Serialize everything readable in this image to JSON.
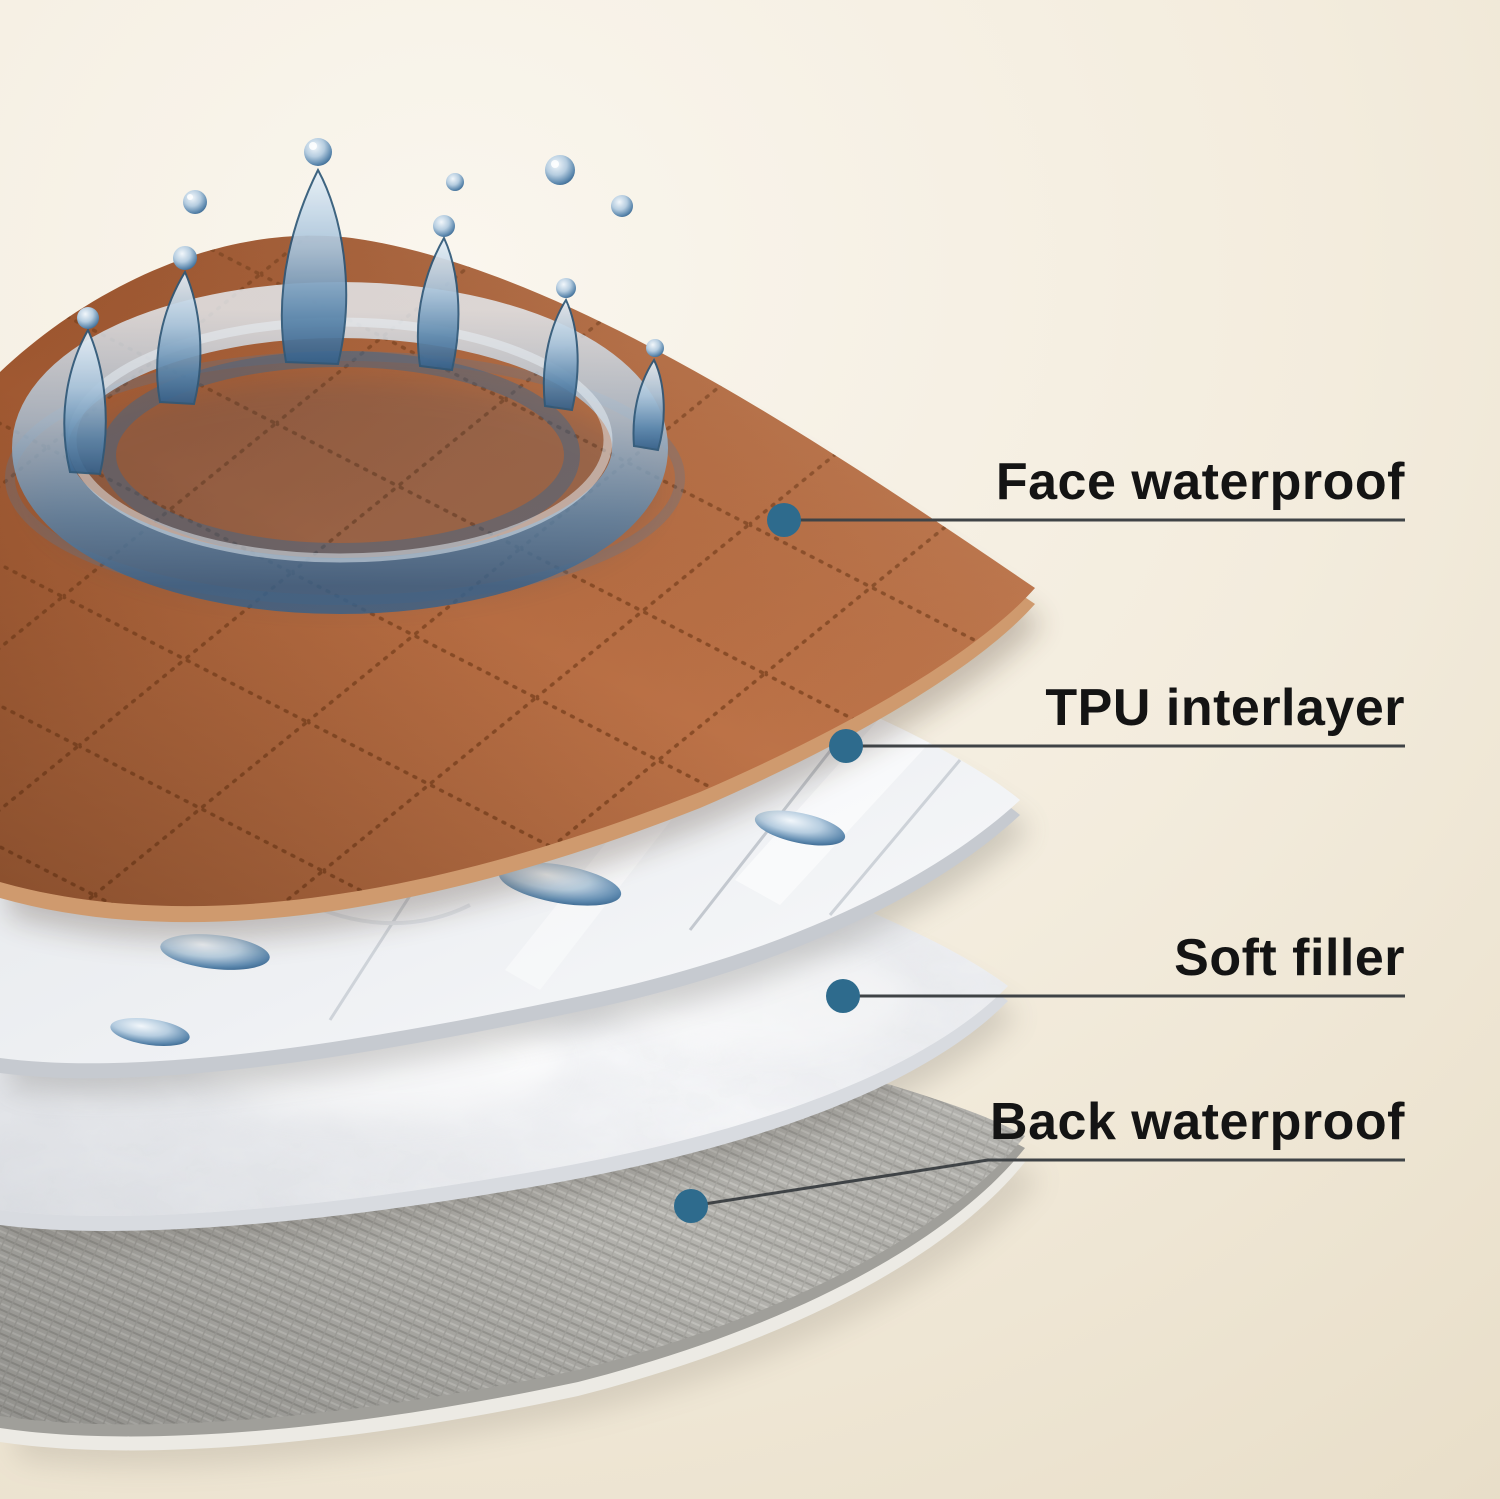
{
  "diagram": {
    "type": "layered-material-exploded-view",
    "callouts": [
      {
        "label": "Face waterproof"
      },
      {
        "label": "TPU interlayer"
      },
      {
        "label": "Soft filler"
      },
      {
        "label": "Back waterproof"
      }
    ],
    "colors": {
      "background_center": "#faf6ee",
      "background_mid": "#f3ecdd",
      "background_edge": "#e6dbc4",
      "face_layer": "#b2693f",
      "tpu_layer": "#eef0f3",
      "filler_layer": "#f6f7f9",
      "back_layer": "#b4b3ae",
      "water": "#5b87ad",
      "callout_dot": "#2e6b8d",
      "callout_line": "#3f4346",
      "label_text": "#141414"
    }
  }
}
